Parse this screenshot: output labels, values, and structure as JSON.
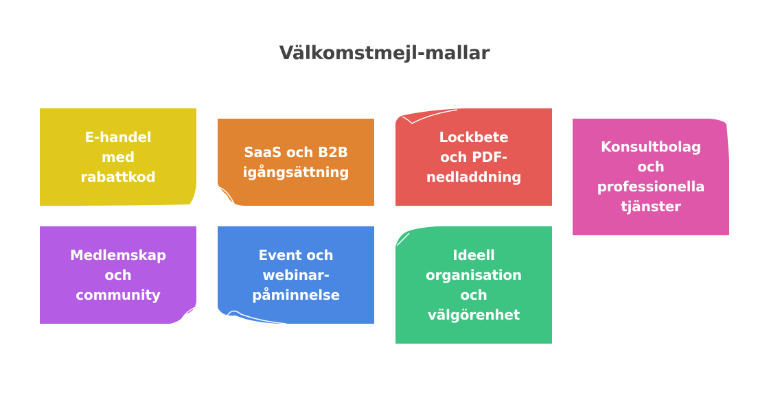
{
  "title": "Välkomstmejl-mallar",
  "cards": [
    {
      "label": "E-handel\nmed\nrabattkod",
      "color": "#E0C91C"
    },
    {
      "label": "SaaS och B2B\nigångsättning",
      "color": "#E08432"
    },
    {
      "label": "Lockbete\noch PDF-\nnedladdning",
      "color": "#E55A54"
    },
    {
      "label": "Konsultbolag\noch\nprofessionella\ntjänster",
      "color": "#DE57A8"
    },
    {
      "label": "Medlemskap\noch\ncommunity",
      "color": "#B45CE3"
    },
    {
      "label": "Event och\nwebinar-\npåminnelse",
      "color": "#4A87E3"
    },
    {
      "label": "Ideell\norganisation\noch\nvälgörenhet",
      "color": "#3EC482"
    }
  ]
}
